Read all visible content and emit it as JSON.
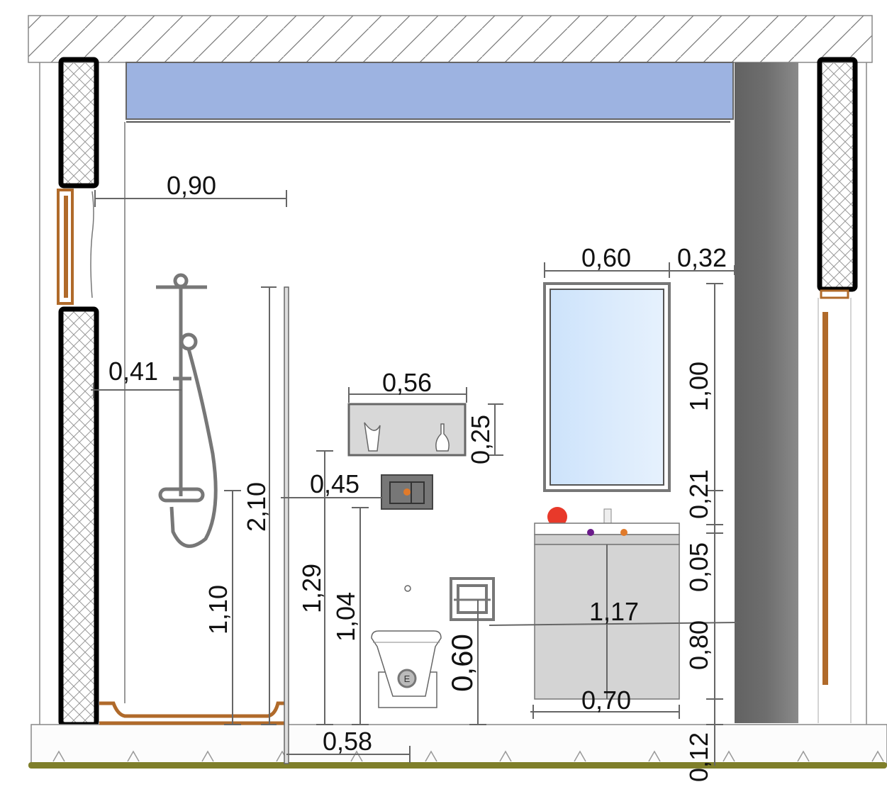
{
  "drawing": {
    "type": "bathroom elevation",
    "colors": {
      "ceiling_panel": "#9db3e1",
      "column": "#6a6a6a",
      "wood": "#b06a2a",
      "floor_line": "#7f7f2a",
      "mirror_glass": "#d3e6fb",
      "vanity": "#d4d4d4",
      "marker_red": "#e8392a"
    },
    "dimensions": {
      "window_offset": "0,90",
      "mirror_width": "0,60",
      "mirror_to_column": "0,32",
      "shower_mixer_offset": "0,41",
      "niche_width": "0,56",
      "niche_height": "0,25",
      "flush_offset": "0,45",
      "glass_height": "2,10",
      "mixer_height": "1,10",
      "flush_height": "1,29",
      "toilet_top_height": "1,04",
      "outlet_height": "0,60",
      "outlet_offset": "1,17",
      "vanity_width": "0,70",
      "mirror_height": "1,00",
      "mirror_gap": "0,21",
      "basin_top": "0,05",
      "vanity_height": "0,80",
      "vanity_plinth": "0,12",
      "toilet_offset": "0,58"
    },
    "labels": {
      "toilet_badge": "E"
    }
  }
}
